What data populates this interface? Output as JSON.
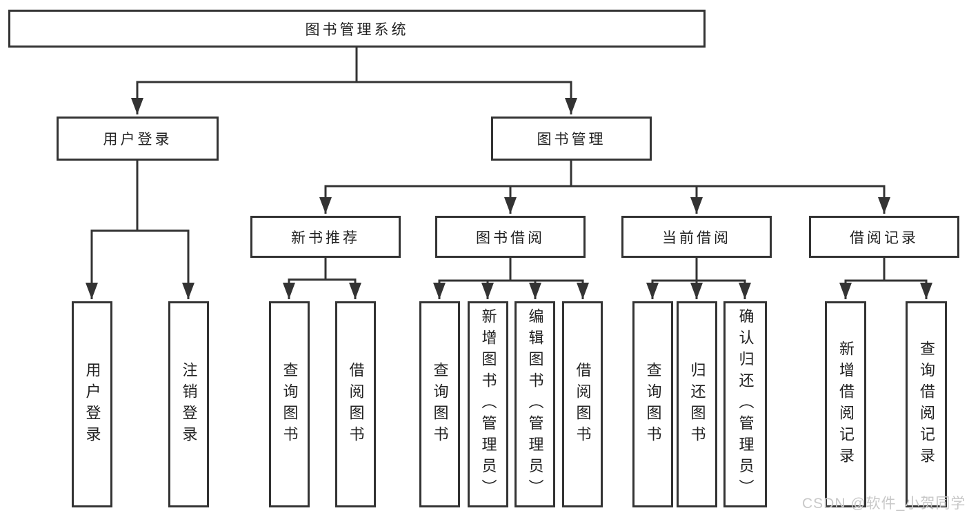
{
  "diagram": {
    "root": "图书管理系统",
    "branches": [
      {
        "label": "用户登录",
        "children": [
          "用户登录",
          "注销登录"
        ]
      },
      {
        "label": "图书管理",
        "groups": [
          {
            "label": "新书推荐",
            "children": [
              "查询图书",
              "借阅图书"
            ]
          },
          {
            "label": "图书借阅",
            "children": [
              "查询图书",
              "新增图书（管理员）",
              "编辑图书（管理员）",
              "借阅图书"
            ]
          },
          {
            "label": "当前借阅",
            "children": [
              "查询图书",
              "归还图书",
              "确认归还（管理员）"
            ]
          },
          {
            "label": "借阅记录",
            "children": [
              "新增借阅记录",
              "查询借阅记录"
            ]
          }
        ]
      }
    ]
  },
  "watermark": "CSDN @软件_小贺同学",
  "colors": {
    "line": "#333333",
    "text": "#222222",
    "watermark": "#c8c8c8",
    "background": "#ffffff"
  }
}
